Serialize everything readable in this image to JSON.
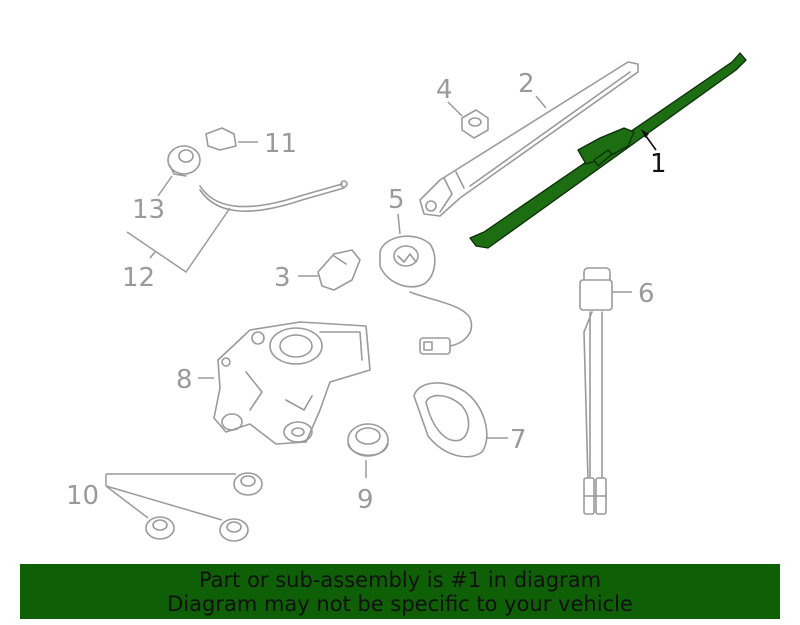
{
  "callouts": {
    "c1": "1",
    "c2": "2",
    "c3": "3",
    "c4": "4",
    "c5": "5",
    "c6": "6",
    "c7": "7",
    "c8": "8",
    "c9": "9",
    "c10": "10",
    "c11": "11",
    "c12": "12",
    "c13": "13"
  },
  "banner": {
    "line1": "Part or sub-assembly is #1 in diagram",
    "line2": "Diagram may not be specific to your vehicle"
  },
  "colors": {
    "highlight_part": "#1d6e12",
    "banner_background": "#0e5f06",
    "part_outline": "#9a9a9a",
    "callout_dark": "#111111"
  }
}
